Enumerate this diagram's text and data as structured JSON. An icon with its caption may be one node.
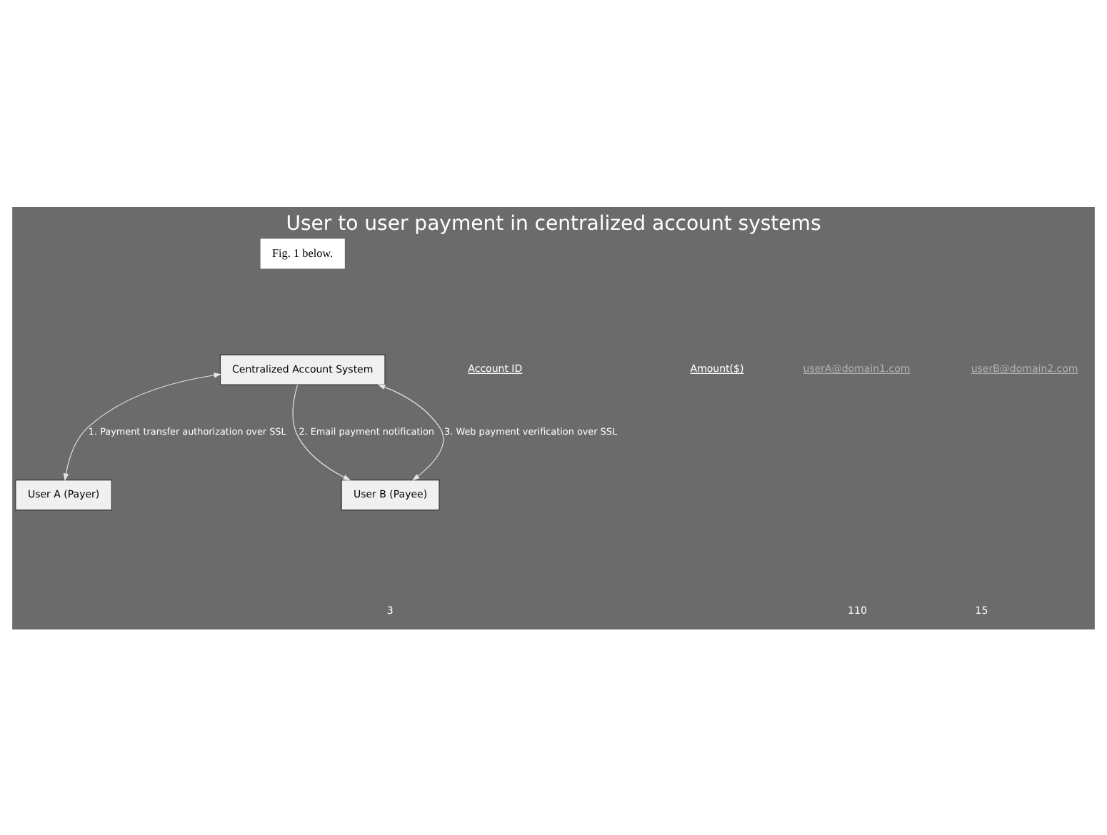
{
  "diagram": {
    "title": "User to user payment in centralized account systems",
    "nodes": [
      {
        "text": [
          "Centralized Account System"
        ]
      },
      {
        "text": [
          "User A (Payer)"
        ]
      },
      {
        "text": [
          "User B (Payee)"
        ]
      }
    ],
    "edges": [
      {
        "from": 0,
        "to": 1,
        "arrow": "both",
        "label": "1. Payment transfer authorization over SSL"
      },
      {
        "from": 0,
        "to": 2,
        "arrow": "to",
        "label": "2. Email payment notification"
      },
      {
        "from": 0,
        "to": 2,
        "arrow": "both",
        "label": "3. Web payment verification over SSL"
      }
    ],
    "labels": [
      "Fig. 1 below.",
      "Account ID",
      "Amount($)",
      "userA@domain1.com",
      "110",
      "userB@domain2.com",
      "15",
      "3"
    ]
  }
}
